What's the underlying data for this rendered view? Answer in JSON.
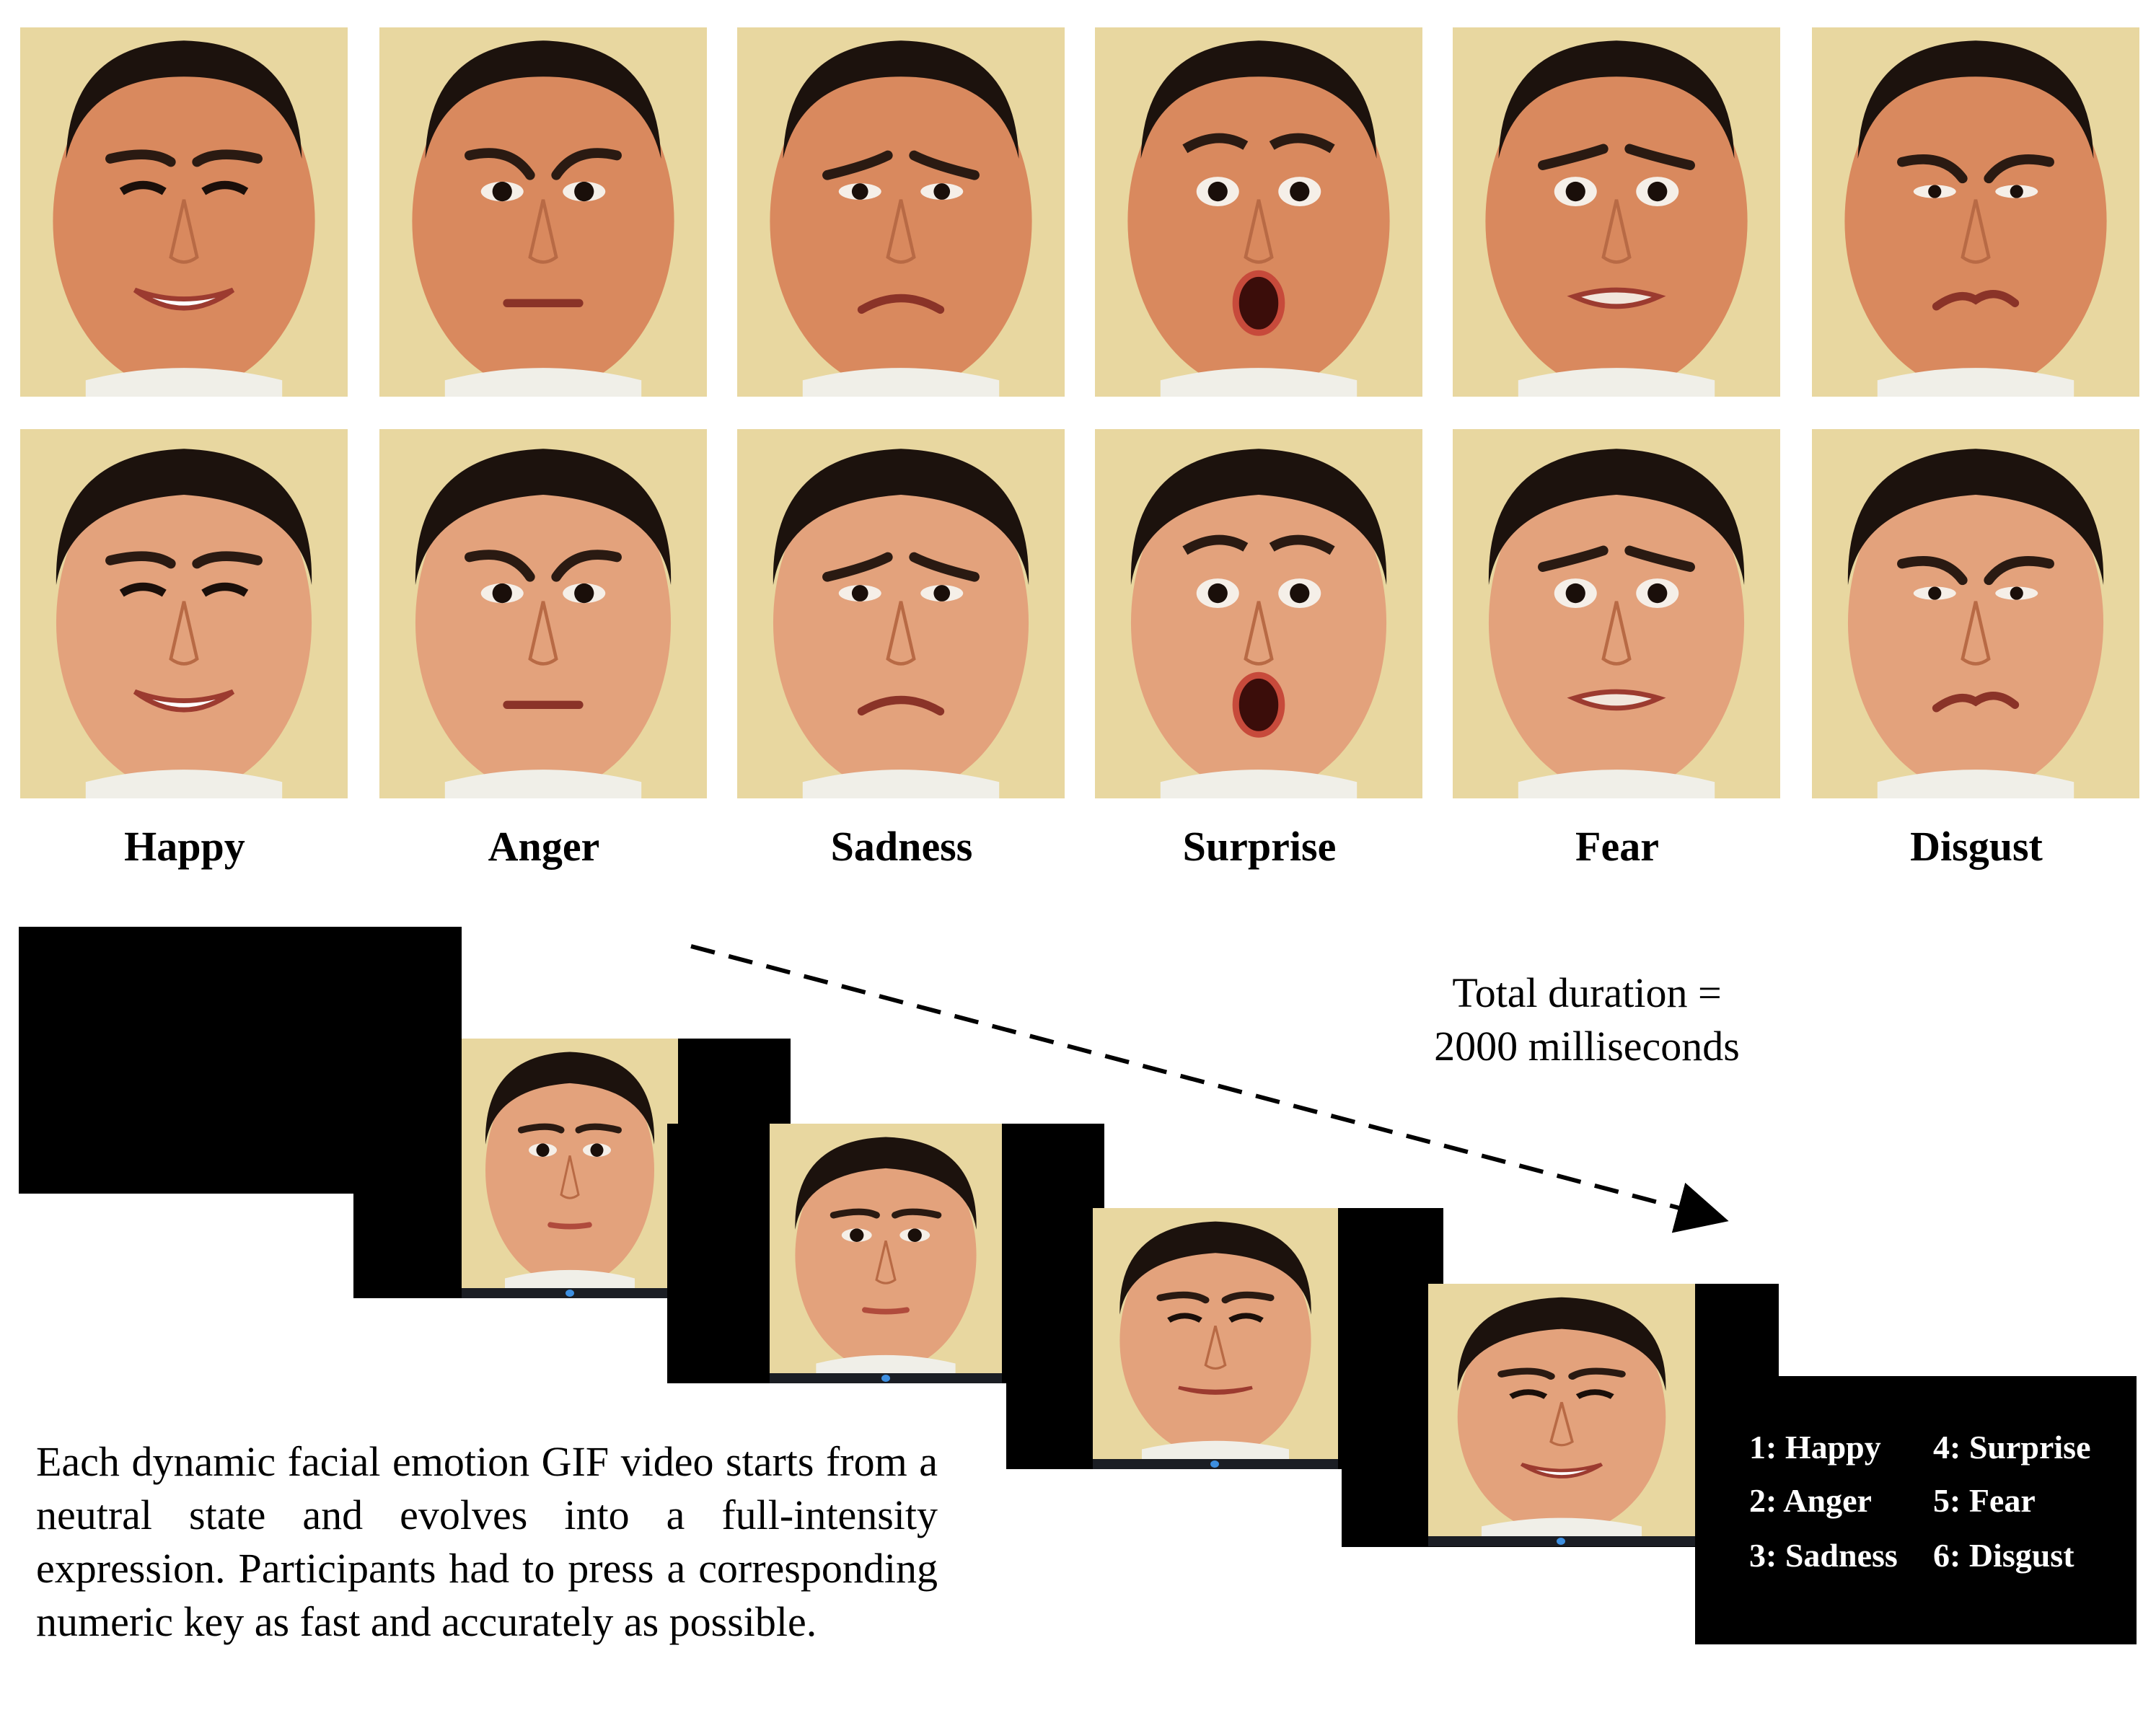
{
  "emotions": [
    "Happy",
    "Anger",
    "Sadness",
    "Surprise",
    "Fear",
    "Disgust"
  ],
  "duration": {
    "line1": "Total duration =",
    "line2": "2000 milliseconds"
  },
  "description": "Each dynamic facial emotion GIF video starts from a neutral state and evolves into a full-intensity expression. Participants had to press a corresponding numeric key as fast and accurately as possible.",
  "response_options": [
    "1: Happy",
    "2: Anger",
    "3: Sadness",
    "4: Surprise",
    "5: Fear",
    "6: Disgust"
  ],
  "colors": {
    "skin_male": "#d9895e",
    "skin_female": "#e3a27c",
    "background_wall": "#e8d7a0",
    "hair": "#1c120d",
    "screen": "#000000"
  }
}
